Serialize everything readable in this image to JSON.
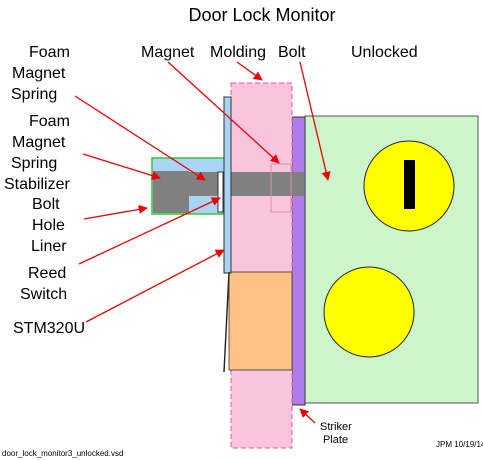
{
  "title": "Door Lock Monitor",
  "state_label": "Unlocked",
  "labels": {
    "foam_magnet_spring": [
      "Foam",
      "Magnet",
      "Spring"
    ],
    "foam_magnet_spring_stabilizer": [
      "Foam",
      "Magnet",
      "Spring",
      "Stabilizer"
    ],
    "bolt_hole_liner": [
      "Bolt",
      "Hole",
      "Liner"
    ],
    "reed_switch": [
      "Reed",
      "Switch"
    ],
    "stm320u": "STM320U",
    "magnet": "Magnet",
    "molding": "Molding",
    "bolt": "Bolt",
    "striker_plate": [
      "Striker",
      "Plate"
    ]
  },
  "footer": {
    "filename": "door_lock_monitor3_unlocked.vsd",
    "author_date": "JPM 10/19/14"
  },
  "colors": {
    "molding_fill": "#f9c4dd",
    "molding_border": "#e05a9a",
    "door_fill": "#ccf5cc",
    "striker_fill": "#b07ce8",
    "bolt_fill": "#808080",
    "liner_fill": "#a9d4f5",
    "module_fill": "#ffc184",
    "knob_fill": "#ffff00",
    "keyhole_fill": "#000000",
    "arrow_color": "#ee0000"
  }
}
